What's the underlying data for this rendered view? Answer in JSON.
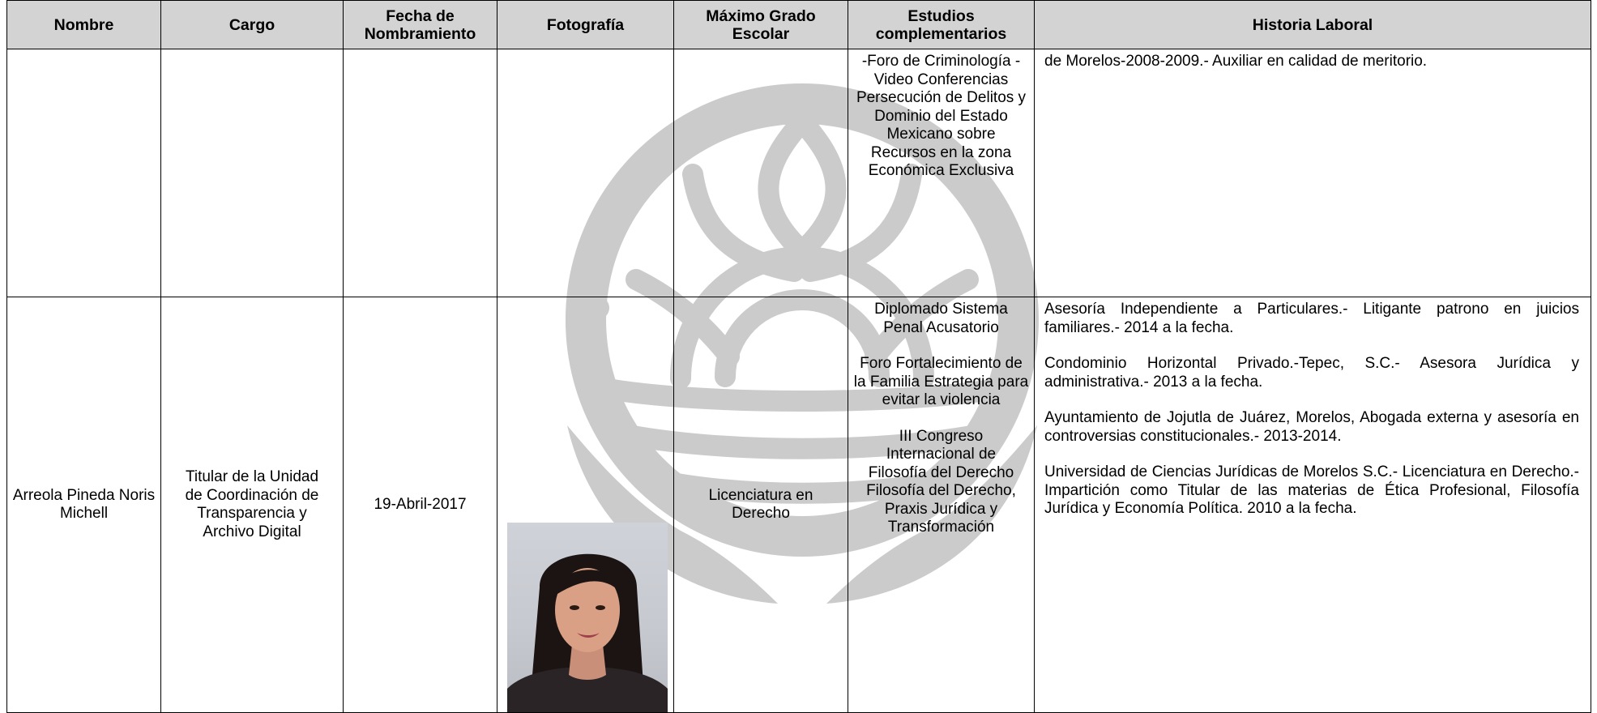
{
  "headers": {
    "nombre": "Nombre",
    "cargo": "Cargo",
    "fecha": "Fecha de Nombramiento",
    "fotografia": "Fotografía",
    "grado": "Máximo Grado Escolar",
    "estudios": "Estudios complementarios",
    "historia": "Historia Laboral"
  },
  "row1": {
    "estudios": [
      "-Foro de Criminología -Video Conferencias Persecución de Delitos y Dominio del Estado Mexicano sobre Recursos en la zona Económica Exclusiva"
    ],
    "historia": [
      "de Morelos-2008-2009.- Auxiliar en calidad de meritorio."
    ]
  },
  "row2": {
    "nombre": "Arreola Pineda Noris Michell",
    "cargo": "Titular de la Unidad de Coordinación de Transparencia y Archivo Digital",
    "fecha": "19-Abril-2017",
    "grado": "Licenciatura en Derecho",
    "estudios": [
      "Diplomado Sistema Penal Acusatorio",
      "Foro Fortalecimiento de la Familia Estrategia para evitar la violencia",
      "III Congreso Internacional de Filosofía del Derecho Filosofía del Derecho, Praxis Jurídica y Transformación"
    ],
    "historia": [
      "Asesoría Independiente a Particulares.- Litigante patrono en juicios familiares.- 2014 a la fecha.",
      "Condominio Horizontal Privado.-Tepec, S.C.- Asesora Jurídica y administrativa.- 2013 a la fecha.",
      "Ayuntamiento de Jojutla de Juárez, Morelos, Abogada externa y asesoría en controversias constitucionales.- 2013-2014.",
      "Universidad de Ciencias Jurídicas de Morelos S.C.- Licenciatura en Derecho.-Impartición como Titular de las materias de Ética Profesional, Filosofía Jurídica y Economía Política. 2010 a la fecha."
    ]
  },
  "colors": {
    "header_bg": "#d1d1d1",
    "border": "#000000",
    "watermark": "#c8c8c8"
  }
}
